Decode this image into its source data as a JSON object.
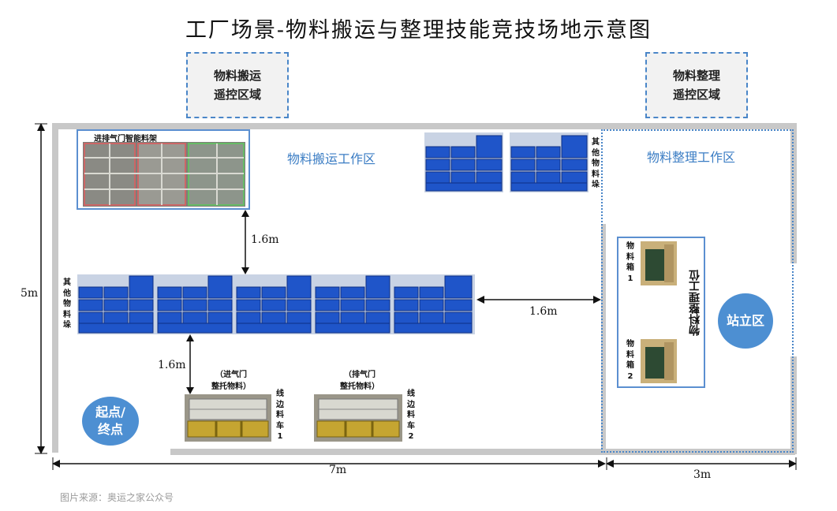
{
  "title": "工厂场景-物料搬运与整理技能竞技场地示意图",
  "zones": {
    "remote_transport": "物料搬运\n遥控区域",
    "remote_sorting": "物料整理\n遥控区域",
    "transport_work": "物料搬运工作区",
    "sorting_work": "物料整理工作区"
  },
  "shelf_label": "进排气门智能料架",
  "other_material_right": "其他物料垛",
  "other_material_left": "其他物料垛",
  "cart_in_label": "（进气门\n整托物料）",
  "cart_out_label": "（排气门\n整托物料）",
  "cart1_label": "线边料车1",
  "cart2_label": "线边料车2",
  "bin1_label": "物料箱1",
  "bin2_label": "物料箱2",
  "station_label": "物料整理工位",
  "stand_area": "站立区",
  "start_end": "起点/\n终点",
  "dims": {
    "height": "5m",
    "width_main": "7m",
    "width_side": "3m",
    "gap_top": "1.6m",
    "gap_right": "1.6m",
    "gap_bottom": "1.6m"
  },
  "source": "图片来源：奥运之家公众号"
}
